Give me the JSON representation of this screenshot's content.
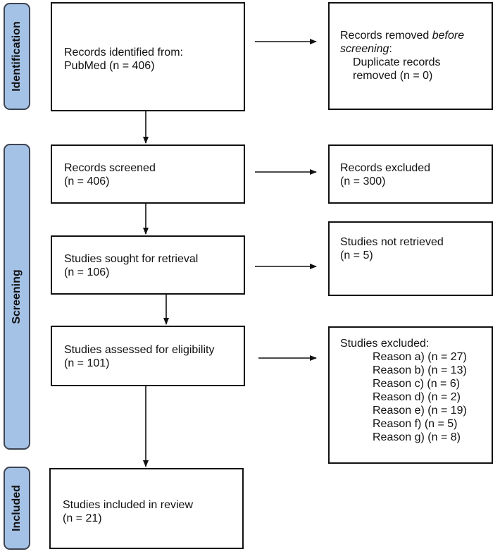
{
  "phases": {
    "identification": "Identification",
    "screening": "Screening",
    "included": "Included"
  },
  "boxes": {
    "identified": {
      "line1": "Records identified from:",
      "line2": "PubMed (n = 406)"
    },
    "removed": {
      "line1a": "Records removed ",
      "line1b": "before",
      "line2a": "screening",
      "line2b": ":",
      "line3": "Duplicate records",
      "line4": "removed  (n = 0)"
    },
    "screened": {
      "line1": "Records screened",
      "line2": "(n = 406)"
    },
    "excluded": {
      "line1": "Records excluded",
      "line2": "(n = 300)"
    },
    "sought": {
      "line1": "Studies sought for retrieval",
      "line2": "(n = 106)"
    },
    "not_retrieved": {
      "line1": "Studies not retrieved",
      "line2": "(n = 5)"
    },
    "assessed": {
      "line1": "Studies assessed for eligibility",
      "line2": "(n = 101)"
    },
    "studies_excluded": {
      "title": "Studies excluded:",
      "reasons": [
        "Reason a) (n = 27)",
        "Reason b) (n = 13)",
        "Reason c) (n = 6)",
        "Reason d) (n = 2)",
        "Reason e) (n = 19)",
        "Reason f) (n = 5)",
        "Reason g) (n = 8)"
      ]
    },
    "included": {
      "line1": "Studies included in review",
      "line2": "(n = 21)"
    }
  }
}
